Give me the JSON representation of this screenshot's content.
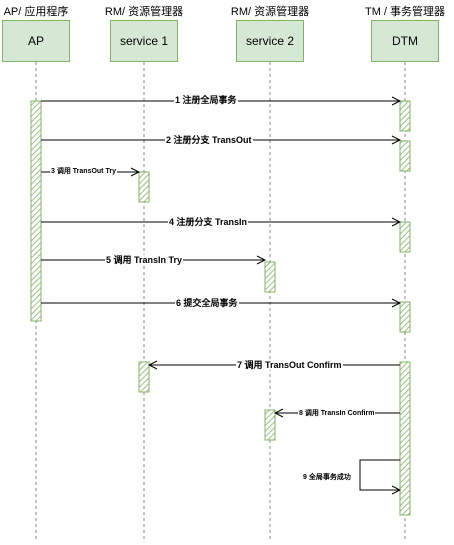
{
  "participants": [
    {
      "role": "AP/ 应用程序",
      "name": "AP"
    },
    {
      "role": "RM/ 资源管理器",
      "name": "service 1"
    },
    {
      "role": "RM/ 资源管理器",
      "name": "service 2"
    },
    {
      "role": "TM / 事务管理器",
      "name": "DTM"
    }
  ],
  "messages": [
    {
      "label": "1 注册全局事务"
    },
    {
      "label": "2 注册分支 TransOut"
    },
    {
      "label": "3 调用 TransOut  Try"
    },
    {
      "label": "4 注册分支 TransIn"
    },
    {
      "label": "5 调用 TransIn Try"
    },
    {
      "label": "6 提交全局事务"
    },
    {
      "label": "7  调用 TransOut Confirm"
    },
    {
      "label": "8  调用 TransIn Confirm"
    },
    {
      "label": "9 全局事务成功"
    }
  ],
  "colors": {
    "box_fill": "#d5e8d4",
    "box_stroke": "#82b366",
    "line": "#000000"
  }
}
